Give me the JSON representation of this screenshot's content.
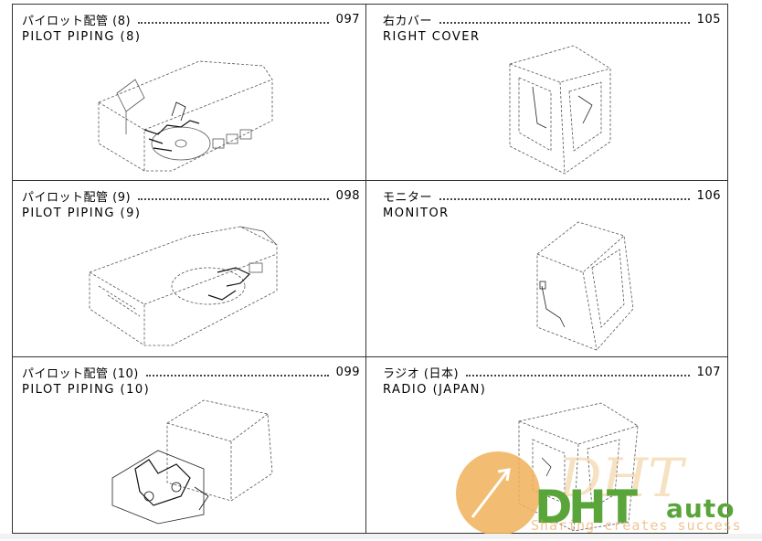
{
  "cells": [
    {
      "jp": "パイロット配管 (8)",
      "page": "097",
      "en": "PILOT  PIPING  (8)",
      "drawing": "pilot-piping-8-drawing"
    },
    {
      "jp": "右カバー",
      "page": "105",
      "en": "RIGHT  COVER",
      "drawing": "right-cover-drawing"
    },
    {
      "jp": "パイロット配管 (9)",
      "page": "098",
      "en": "PILOT  PIPING  (9)",
      "drawing": "pilot-piping-9-drawing"
    },
    {
      "jp": "モニター",
      "page": "106",
      "en": "MONITOR",
      "drawing": "monitor-drawing"
    },
    {
      "jp": "パイロット配管 (10)",
      "page": "099",
      "en": "PILOT  PIPING  (10)",
      "drawing": "pilot-piping-10-drawing"
    },
    {
      "jp": "ラジオ (日本)",
      "page": "107",
      "en": "RADIO  (JAPAN)",
      "drawing": "radio-japan-drawing"
    }
  ],
  "watermark": {
    "brand": "DHTauto",
    "brand_parts": [
      "D",
      "HT",
      "auto"
    ],
    "tagline": "Sharing creates success",
    "colors": {
      "green": "#5aa53a",
      "orange": "#f0b25a"
    }
  }
}
